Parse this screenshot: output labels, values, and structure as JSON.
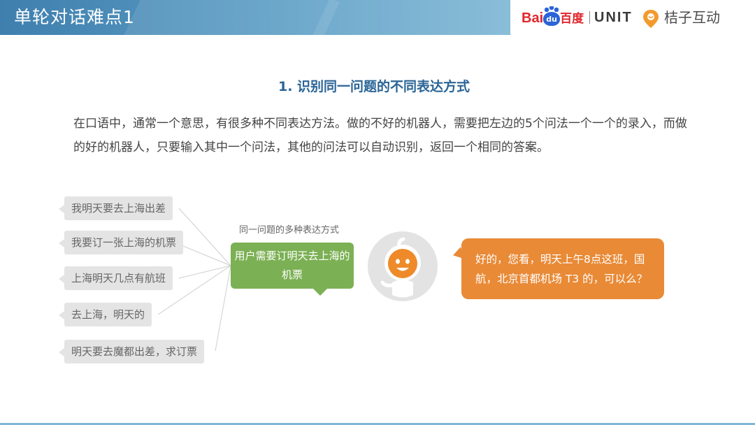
{
  "header": {
    "title": "单轮对话难点1",
    "logos": {
      "baidu_latin": "Bai",
      "baidu_du": "du",
      "baidu_cn": "百度",
      "unit": "UNIT",
      "juzi": "桔子互动"
    }
  },
  "content": {
    "subtitle": "1. 识别同一问题的不同表达方式",
    "paragraph": "在口语中，通常一个意思，有很多种不同表达方法。做的不好的机器人，需要把左边的5个问法一个一个的录入，而做的好的机器人，只要输入其中一个问法，其他的问法可以自动识别，返回一个相同的答案。"
  },
  "diagram": {
    "questions": [
      "我明天要去上海出差",
      "我要订一张上海的机票",
      "上海明天几点有航班",
      "去上海，明天的",
      "明天要去魔都出差，求订票"
    ],
    "caption": "同一问题的多种表达方式",
    "intent": "用户需要订明天去上海的机票",
    "reply": "好的，您看，明天上午8点这班，国航，北京首都机场 T3 的，可以么？"
  },
  "colors": {
    "header_blue": "#4f8db9",
    "subtitle_blue": "#2a6496",
    "intent_green": "#7bb054",
    "reply_orange": "#e98a36",
    "question_gray": "#e4e4e4"
  },
  "icons": [
    "baidu-paw-icon",
    "juzi-pin-icon",
    "robot-mascot-icon"
  ]
}
